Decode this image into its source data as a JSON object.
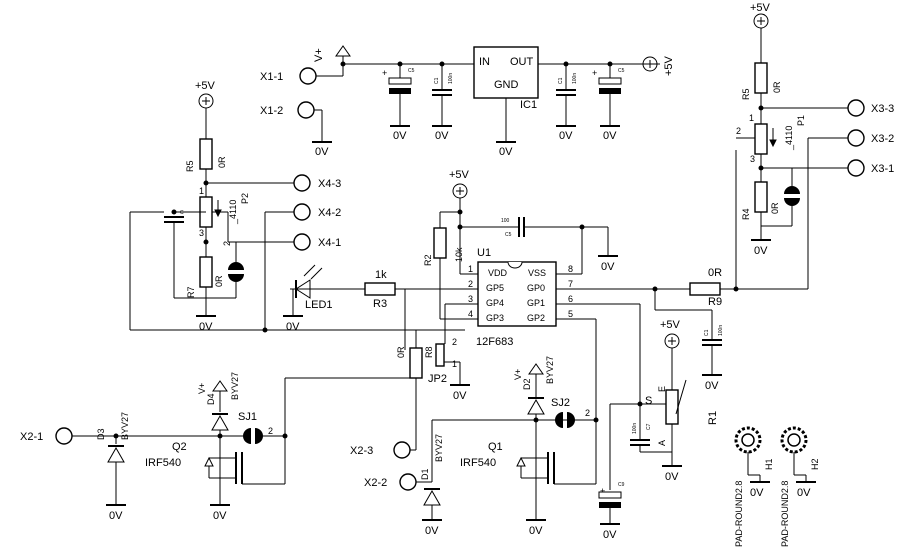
{
  "connectors": {
    "x1_1": "X1-1",
    "x1_2": "X1-2",
    "x2_1": "X2-1",
    "x2_2": "X2-2",
    "x2_3": "X2-3",
    "x3_1": "X3-1",
    "x3_2": "X3-2",
    "x3_3": "X3-3",
    "x4_1": "X4-1",
    "x4_2": "X4-2",
    "x4_3": "X4-3"
  },
  "power": {
    "p5v": "+5V",
    "vplus": "V+",
    "gnd": "0V"
  },
  "regulator": {
    "name": "IC1",
    "in": "IN",
    "out": "OUT",
    "gnd": "GND"
  },
  "mcu": {
    "name": "U1",
    "part": "12F683",
    "pins": {
      "vdd": "VDD",
      "vss": "VSS",
      "gp5": "GP5",
      "gp4": "GP4",
      "gp3": "GP3",
      "gp0": "GP0",
      "gp1": "GP1",
      "gp2": "GP2"
    },
    "nums": {
      "n1": "1",
      "n2": "2",
      "n3": "3",
      "n4": "4",
      "n5": "5",
      "n6": "6",
      "n7": "7",
      "n8": "8"
    }
  },
  "caps": {
    "c": "C",
    "c5": "C5",
    "c6": "C6",
    "c7": "C7",
    "c8": "C8",
    "c9": "C9",
    "c1": "C1",
    "cap100n": "100n",
    "cap100": "100"
  },
  "resistors": {
    "r1": "R1",
    "r2": "R2",
    "r3": "R3",
    "r4": "R4",
    "r5": "R5",
    "r7": "R7",
    "r8": "R8",
    "r9": "R9",
    "v0r": "0R",
    "v1k": "1k",
    "v10k": "10k"
  },
  "pots": {
    "p1": "P1",
    "p2": "P2",
    "pot": "_4110",
    "e": "E",
    "s": "S",
    "a": "A"
  },
  "jumpers": {
    "jp2": "JP2",
    "sj1": "SJ1",
    "sj2": "SJ2"
  },
  "semis": {
    "d1": "D1",
    "d2": "D2",
    "d3": "D3",
    "d4": "D4",
    "byv27": "BYV27",
    "q1": "Q1",
    "q2": "Q2",
    "irf540": "IRF540",
    "led1": "LED1"
  },
  "holes": {
    "h1": "H1",
    "h2": "H2",
    "pad": "PAD-ROUND2.8"
  },
  "pinnum": {
    "one": "1",
    "two": "2",
    "three": "3"
  }
}
